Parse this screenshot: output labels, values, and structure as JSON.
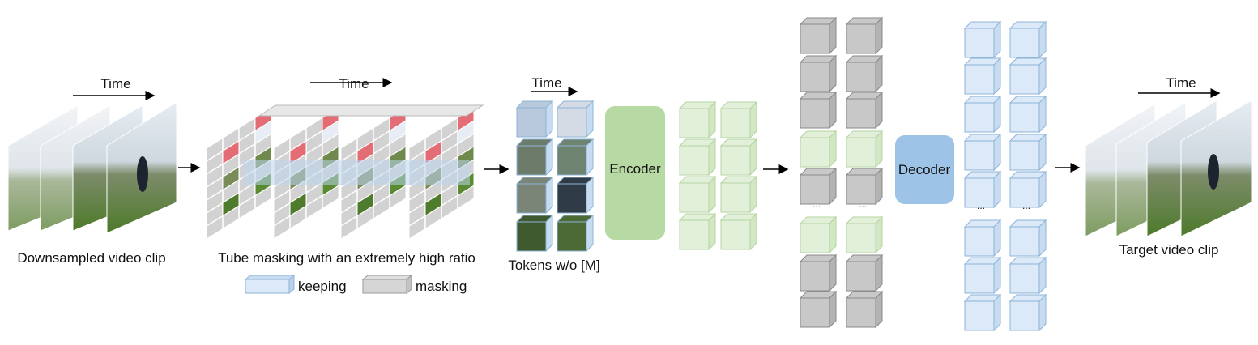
{
  "labels": {
    "time_1": "Time",
    "time_2": "Time",
    "time_3": "Time",
    "time_4": "Time",
    "downsampled_clip": "Downsampled video clip",
    "tube_masking": "Tube masking with an extremely high ratio",
    "keeping": "keeping",
    "masking": "masking",
    "tokens": "Tokens w/o [M]",
    "encoder": "Encoder",
    "decoder": "Decoder",
    "target_clip": "Target video clip",
    "ellipsis": "..."
  },
  "colors": {
    "keep_fill": "#dbe9f8",
    "keep_stroke": "#8fb4d9",
    "mask_fill": "#c8c8c8",
    "mask_stroke": "#8a8a8a",
    "latent_fill": "#e3f0d9",
    "latent_stroke": "#b6d4a2",
    "encoder_fill": "#b7d9a3",
    "decoder_fill": "#9dc3e6",
    "red_patch": "#e46c75",
    "grass": "#4f7c2c",
    "sky": "#dfe6ee"
  },
  "decoder_input_column": [
    "mask",
    "mask",
    "mask",
    "keep",
    "mask",
    "ellipsis",
    "keep",
    "mask",
    "mask"
  ]
}
